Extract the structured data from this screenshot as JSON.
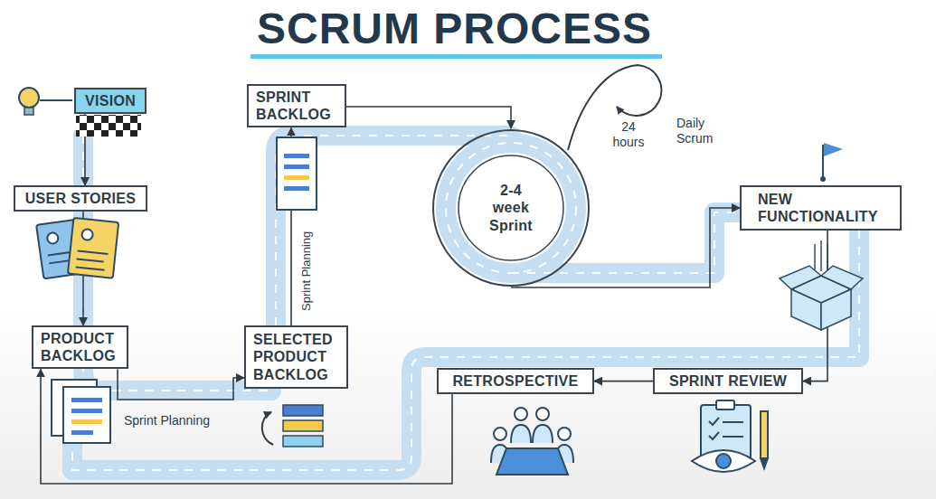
{
  "diagram": {
    "title": "SCRUM PROCESS",
    "nodes": [
      {
        "text": [
          "VISION"
        ]
      },
      {
        "text": [
          "USER STORIES"
        ]
      },
      {
        "text": [
          "PRODUCT BACKLOG"
        ]
      },
      {
        "text": [
          "SPRINT BACKLOG"
        ]
      },
      {
        "text": [
          "SELECTED PRODUCT BACKLOG"
        ]
      },
      {
        "text": [
          "2-4 week Sprint"
        ]
      },
      {
        "text": [
          "NEW FUNCTIONALITY"
        ]
      },
      {
        "text": [
          "SPRINT REVIEW"
        ]
      },
      {
        "text": [
          "RETROSPECTIVE"
        ]
      }
    ],
    "edges": [
      {
        "from": 0,
        "to": 1,
        "arrow": "to"
      },
      {
        "from": 1,
        "to": 2,
        "arrow": "to"
      },
      {
        "from": 2,
        "to": 4,
        "arrow": "to"
      },
      {
        "from": 4,
        "to": 3,
        "arrow": "to"
      },
      {
        "from": 3,
        "to": 5,
        "arrow": "to"
      },
      {
        "from": 5,
        "to": 6,
        "arrow": "to"
      },
      {
        "from": 6,
        "to": 7,
        "arrow": "to"
      },
      {
        "from": 7,
        "to": 8,
        "arrow": "to"
      },
      {
        "from": 8,
        "to": 2,
        "arrow": "to"
      }
    ],
    "labels": [
      "24 hours",
      "Daily Scrum",
      "Sprint Planning",
      "Sprint Planning"
    ]
  }
}
